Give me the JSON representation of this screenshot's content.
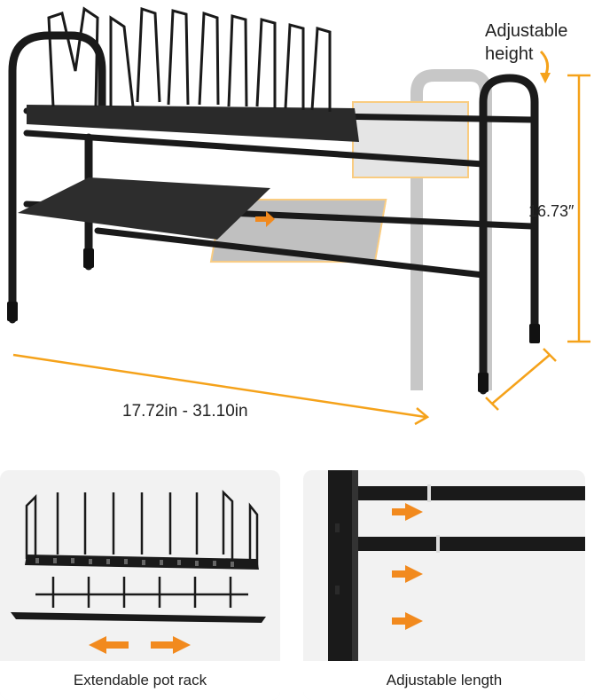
{
  "annotations": {
    "adjustable_height": "Adjustable\nheight",
    "height_value": "16.73″",
    "width_value": "17.72in - 31.10in"
  },
  "panels": {
    "left_caption": "Extendable pot rack",
    "right_caption": "Adjustable length"
  },
  "colors": {
    "accent": "#f5a21a",
    "arrow": "#f28a1e",
    "frame": "#1a1a1a",
    "ghost": "#bdbdbd",
    "panel_bg": "#f2f2f2"
  }
}
